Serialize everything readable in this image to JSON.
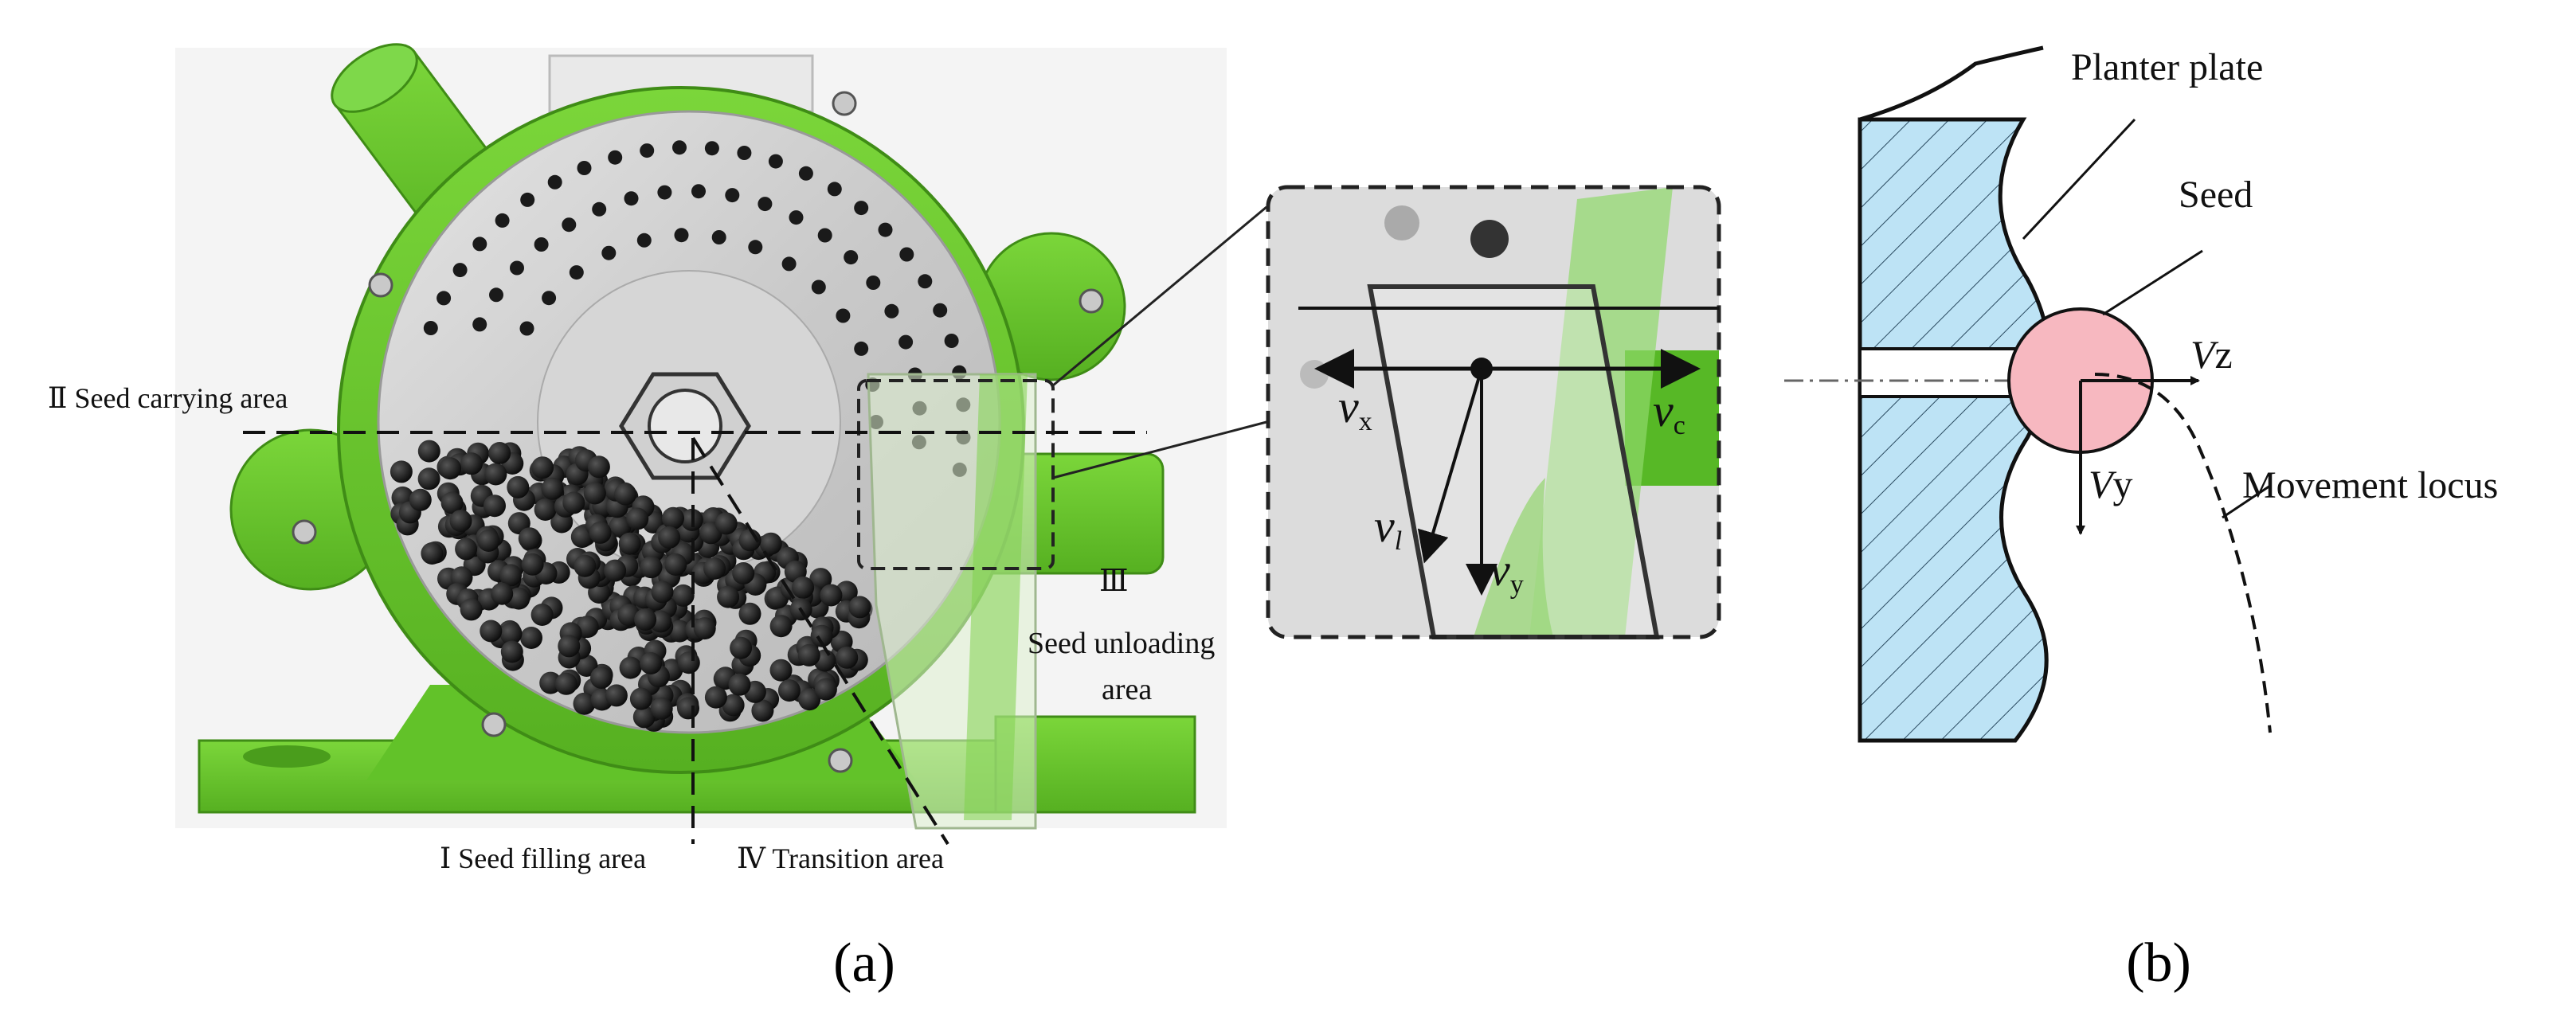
{
  "panel_a": {
    "labels": {
      "seed_carrying": "Ⅱ  Seed carrying area",
      "seed_filling": "Ⅰ  Seed filling area",
      "transition": "Ⅳ  Transition area",
      "region_iii": "Ⅲ",
      "seed_unloading_line1": "Seed unloading",
      "seed_unloading_line2": "area"
    },
    "velocities": {
      "vx": "v",
      "vx_sub": "x",
      "vc": "v",
      "vc_sub": "c",
      "vl": "v",
      "vl_sub": "l",
      "vy": "v",
      "vy_sub": "y"
    },
    "caption": "(a)"
  },
  "panel_b": {
    "labels": {
      "planter_plate": "Planter plate",
      "seed": "Seed",
      "movement_locus": "Movement locus",
      "vz": "V",
      "vz_sub": "z",
      "vy": "V",
      "vy_sub": "y"
    },
    "caption": "(b)"
  },
  "colors": {
    "housing_green": "#6bcf2f",
    "housing_dark": "#4fa51f",
    "disc_grey": "#cfcfcf",
    "plate_blue": "#bde3f5",
    "seed_pink": "#f7b8c0",
    "seed_black": "#1a1a1a"
  }
}
